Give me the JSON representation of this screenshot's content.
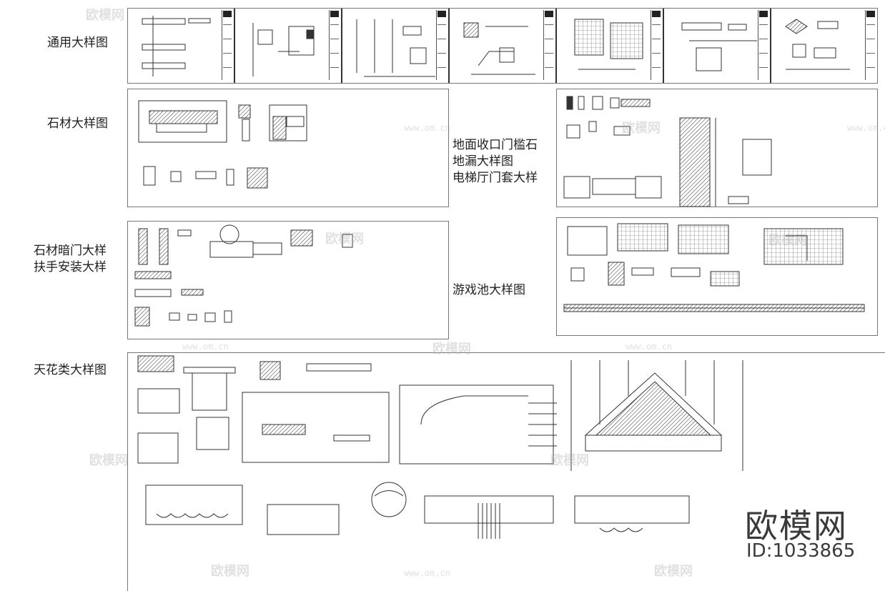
{
  "sections": {
    "general": "通用大样图",
    "stone": "石材大样图",
    "threshold": [
      "地面收口门槛石",
      "地漏大样图",
      "电梯厅门套大样"
    ],
    "hidden_door": [
      "石材暗门大样",
      "扶手安装大样"
    ],
    "pool": "游戏池大样图",
    "ceiling": "天花类大样图"
  },
  "watermark": {
    "brand": "欧模网",
    "url": "www.om.cn",
    "id": "ID:1033865"
  },
  "colors": {
    "line": "#333333",
    "frame": "#777777",
    "watermark": "#aaaaaa"
  }
}
